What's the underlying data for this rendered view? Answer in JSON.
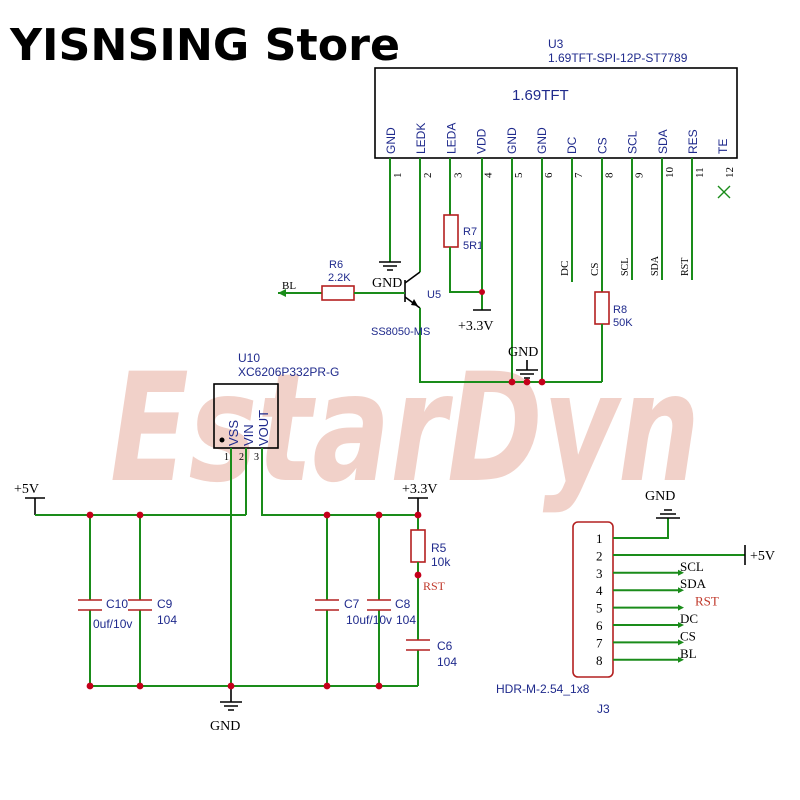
{
  "store_name": "YISNSING Store",
  "watermark": "EstarDyn",
  "u3": {
    "ref": "U3",
    "part": "1.69TFT-SPI-12P-ST7789",
    "title": "1.69TFT",
    "pins": [
      "GND",
      "LEDK",
      "LEDA",
      "VDD",
      "GND",
      "GND",
      "DC",
      "CS",
      "SCL",
      "SDA",
      "RES",
      "TE"
    ],
    "pin_numbers": [
      "1",
      "2",
      "3",
      "4",
      "5",
      "6",
      "7",
      "8",
      "9",
      "10",
      "11",
      "12"
    ]
  },
  "r7": {
    "ref": "R7",
    "value": "5R1"
  },
  "r6": {
    "ref": "R6",
    "value": "2.2K"
  },
  "r8": {
    "ref": "R8",
    "value": "50K"
  },
  "r5": {
    "ref": "R5",
    "value": "10k"
  },
  "u5": {
    "ref": "U5",
    "part": "SS8050-MS"
  },
  "u10": {
    "ref": "U10",
    "part": "XC6206P332PR-G",
    "pins": [
      "VSS",
      "VIN",
      "VOUT"
    ],
    "pin_numbers": [
      "1",
      "2",
      "3"
    ]
  },
  "caps": {
    "c10": {
      "ref": "C10",
      "value": "0uf/10v"
    },
    "c9": {
      "ref": "C9",
      "value": "104"
    },
    "c7": {
      "ref": "C7",
      "value": "10uf/10v"
    },
    "c8": {
      "ref": "C8",
      "value": "104"
    },
    "c6": {
      "ref": "C6",
      "value": "104"
    }
  },
  "nets": {
    "bl": "BL",
    "dc": "DC",
    "cs": "CS",
    "scl": "SCL",
    "sda": "SDA",
    "rst": "RST",
    "gnd": "GND",
    "p5v": "+5V",
    "p33v": "+3.3V"
  },
  "j3": {
    "ref": "J3",
    "part": "HDR-M-2.54_1x8",
    "pin_numbers": [
      "1",
      "2",
      "3",
      "4",
      "5",
      "6",
      "7",
      "8"
    ],
    "nets": [
      "GND",
      "+5V",
      "SCL",
      "SDA",
      "RST",
      "DC",
      "CS",
      "BL"
    ]
  },
  "colors": {
    "wire": "#1a8c1a",
    "junction": "#c4001a",
    "component": "#b42020",
    "label_blue": "#1f2a8c",
    "net_red": "#c0392b"
  }
}
